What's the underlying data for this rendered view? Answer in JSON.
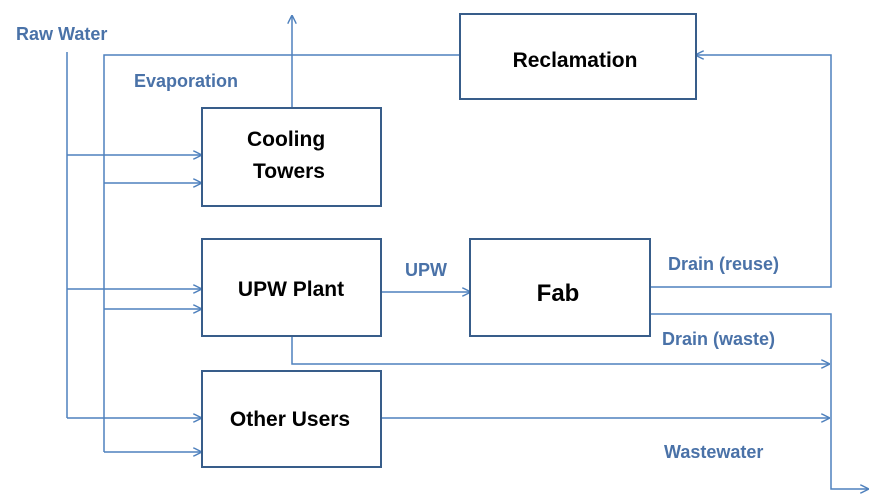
{
  "nodes": {
    "reclamation": "Reclamation",
    "cooling_towers": [
      "Cooling",
      "Towers"
    ],
    "upw_plant": "UPW Plant",
    "fab": "Fab",
    "other_users": "Other Users"
  },
  "flows": {
    "raw_water": "Raw Water",
    "evaporation": "Evaporation",
    "upw": "UPW",
    "drain_reuse": "Drain (reuse)",
    "drain_waste": "Drain (waste)",
    "wastewater": "Wastewater"
  },
  "colors": {
    "flow_line": "#4f81bd",
    "flow_text": "#4a72a8",
    "box_border": "#385d8a"
  }
}
